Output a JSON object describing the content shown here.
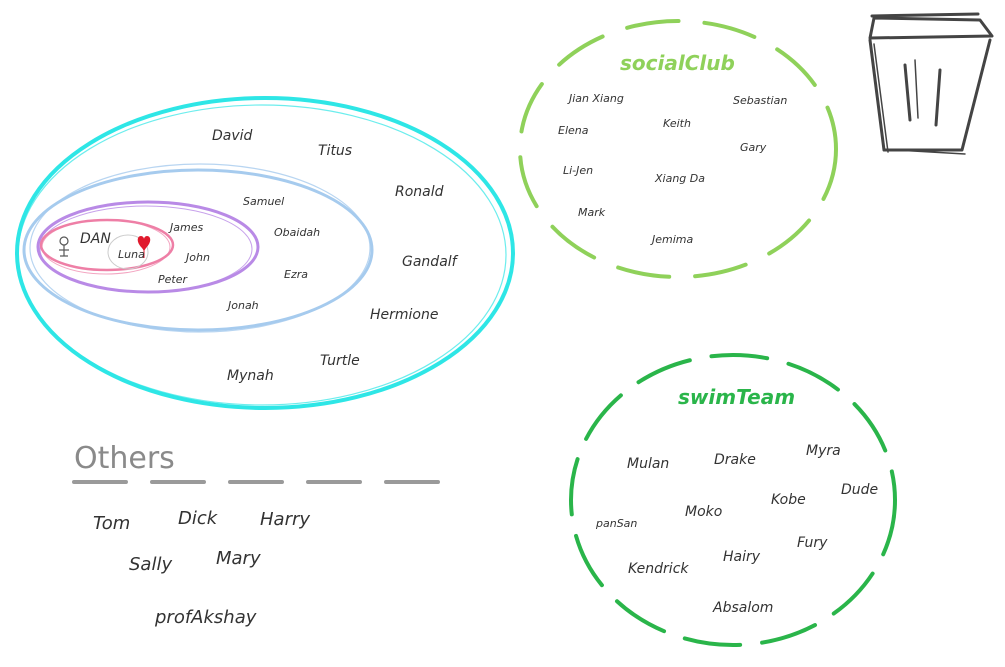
{
  "colors": {
    "outer_ring": "#2ee6e6",
    "middle_ring": "#a6cbee",
    "inner_purple": "#b98ae6",
    "inner_pink": "#ee7fa6",
    "social_club": "#8fd15a",
    "swim_team": "#2ab54a",
    "others_rule": "#9a9a9a",
    "others_title": "#8a8a8a",
    "trash": "#444444",
    "heart": "#e01a2d"
  },
  "icons": {
    "trash": "trash-bin-icon",
    "heart": "heart-icon",
    "person": "person-icon"
  },
  "nested_groups": {
    "core": {
      "dan": "DAN",
      "luna": "Luna"
    },
    "pink_ring": {
      "names": [
        "James",
        "John",
        "Peter"
      ]
    },
    "purple_ring": {
      "names": [
        "Samuel",
        "Obaidah",
        "Ezra"
      ]
    },
    "blue_ring": {
      "names": [
        "Jonah"
      ]
    },
    "cyan_ring": {
      "names": [
        "David",
        "Titus",
        "Ronald",
        "Gandalf",
        "Hermione",
        "Turtle",
        "Mynah"
      ]
    }
  },
  "social_club": {
    "title": "socialClub",
    "names": [
      "Jian Xiang",
      "Sebastian",
      "Keith",
      "Elena",
      "Gary",
      "Li-Jen",
      "Xiang Da",
      "Mark",
      "Jemima"
    ]
  },
  "swim_team": {
    "title": "swimTeam",
    "names": [
      "Mulan",
      "Drake",
      "Myra",
      "Dude",
      "Kobe",
      "panSan",
      "Moko",
      "Fury",
      "Kendrick",
      "Hairy",
      "Absalom"
    ]
  },
  "others": {
    "title": "Others",
    "names": [
      "Tom",
      "Dick",
      "Harry",
      "Sally",
      "Mary",
      "profAkshay"
    ]
  }
}
